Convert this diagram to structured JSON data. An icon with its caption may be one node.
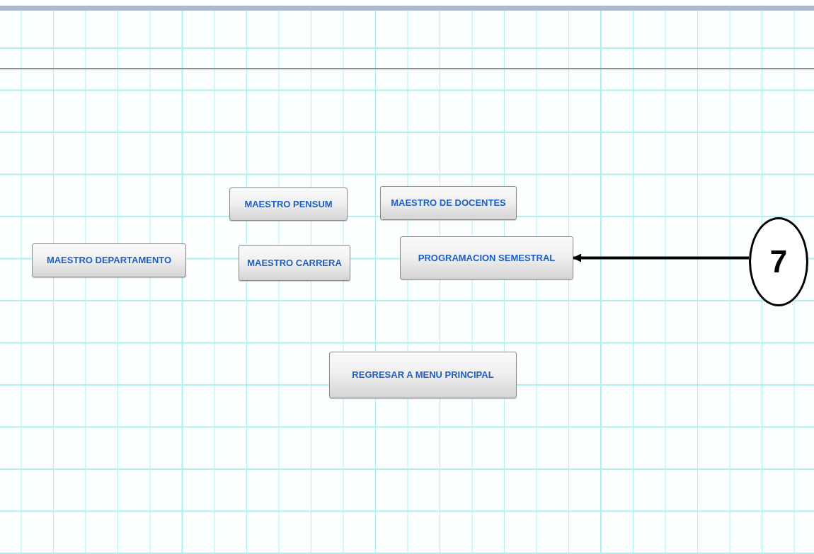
{
  "diagram": {
    "nodes": [
      {
        "text": [
          "MAESTRO PENSUM"
        ]
      },
      {
        "text": [
          "MAESTRO DE DOCENTES"
        ]
      },
      {
        "text": [
          "MAESTRO DEPARTAMENTO"
        ]
      },
      {
        "text": [
          "MAESTRO CARRERA"
        ]
      },
      {
        "text": [
          "PROGRAMACION SEMESTRAL"
        ]
      },
      {
        "text": [
          "7"
        ]
      },
      {
        "text": [
          "REGRESAR A MENU PRINCIPAL"
        ]
      }
    ],
    "edges": [
      {
        "from": 5,
        "to": 4,
        "arrow": "to"
      }
    ]
  }
}
